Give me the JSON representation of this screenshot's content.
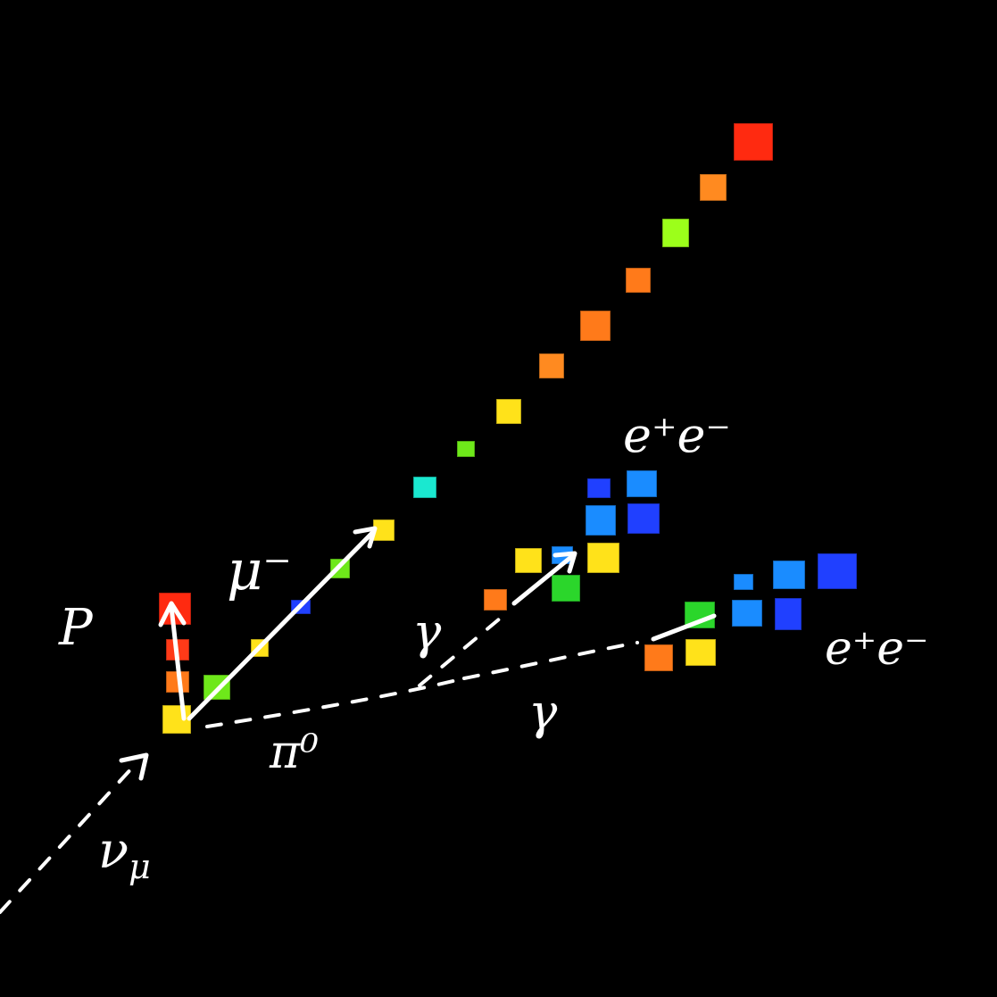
{
  "labels": {
    "proton": "P",
    "muon": "μ⁻",
    "pion": "π⁰",
    "photon_upper": "γ",
    "photon_lower": "γ",
    "pair_upper": "e⁺e⁻",
    "pair_lower": "e⁺e⁻",
    "neutrino": "ν",
    "neutrino_sub": "μ"
  },
  "colors": {
    "background": "#000000",
    "ink": "#ffffff",
    "hit_red": "#ff2a10",
    "hit_orange": "#ff7a1a",
    "hit_yellow": "#ffe21a",
    "hit_lime": "#9cff1a",
    "hit_green": "#2bd62b",
    "hit_cyan": "#1ae8d0",
    "hit_skyblue": "#1a8cff",
    "hit_blue": "#2040ff"
  }
}
